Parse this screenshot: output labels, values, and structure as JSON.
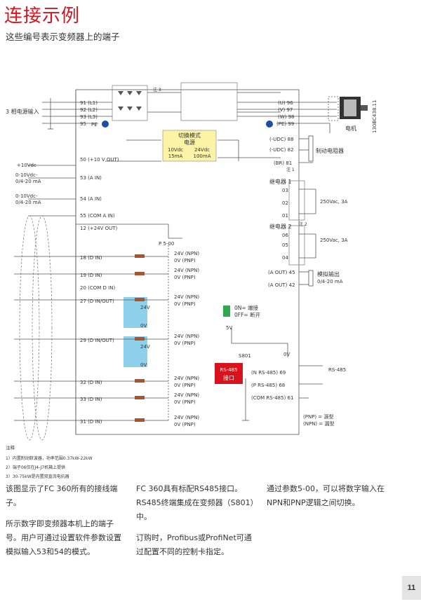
{
  "page": {
    "title": "连接示例",
    "subtitle": "这些编号表示变频器上的端子",
    "page_number": "11"
  },
  "diagram": {
    "part_no": "130BC438.11",
    "mains_label": "3 相电源输入",
    "motor_label": "电机",
    "brake_resistor_label": "制动电阻器",
    "note3": "注 3",
    "note1": "注 1",
    "note2": "注 2",
    "smps": {
      "title1": "切换模式",
      "title2": "电源",
      "v1": "10Vdc",
      "c1": "15mA",
      "v2": "24Vdc",
      "c2": "100mA"
    },
    "left_terminals": [
      "91 (L1)",
      "92 (L2)",
      "93 (L3)",
      "95",
      "PE"
    ],
    "right_power_terminals": [
      "(U) 96",
      "(V) 97",
      "(W) 98",
      "(PE) 99",
      "(-UDC) 88",
      "(-UDC) 82",
      "(BR) 81"
    ],
    "analog_supply": {
      "plus10": "+10Vdc",
      "in1a": "0-10Vdc-",
      "in1b": "0/4-20 mA",
      "in2a": "0-10Vdc-",
      "in2b": "0/4-20 mA"
    },
    "io_terminals": [
      "50 (+10 V OUT)",
      "53 (A IN)",
      "54 (A IN)",
      "55 (COM A IN)",
      "12 (+24V OUT)",
      "18 (D IN)",
      "19 (D IN)",
      "20   (COM D IN)",
      "27      (D IN/OUT)",
      "29      (D IN/OUT)",
      "32 (D IN)",
      "33 (D IN)",
      "31 (D IN)"
    ],
    "p500": "P 5-00",
    "npn": "24V (NPN)",
    "pnp": "0V (PNP)",
    "v24": "24V",
    "v0": "0V",
    "relay1": {
      "name": "继电器 1",
      "t03": "03",
      "t02": "02",
      "t01": "01",
      "rating": "250Vac, 3A"
    },
    "relay2": {
      "name": "继电器 2",
      "t06": "06",
      "t05": "05",
      "t04": "04",
      "rating": "250Vac, 3A"
    },
    "analog_out": {
      "t45": "(A OUT) 45",
      "t42": "(A OUT) 42",
      "label1": "模拟输出",
      "label2": "0/4-20 mA"
    },
    "switch_legend": {
      "on": "0N= 端接",
      "off": "0FF= 断开"
    },
    "s801": "S801",
    "v5": "5V",
    "v0b": "0V",
    "rs485_box1": "RS-485",
    "rs485_box2": "接口",
    "rs485_terminals": [
      "(N RS-485) 69",
      "(P RS-485) 68",
      "(COM RS-485) 61"
    ],
    "rs485_side": "RS-485",
    "pnp_legend": "(PNP) = 源型",
    "npn_legend": "(NPN) = 漏型"
  },
  "notes": {
    "header": "注释",
    "items": [
      "1）内置制动斩波器，功率范围0.37kW-22kW",
      "2）端子06仅在J4-J7机箱上提供",
      "3）30-75kW是内置双直流电抗器"
    ]
  },
  "columns": {
    "c1p1": "该图显示了FC 360所有的接线端子。",
    "c1p2": "所示数字即变频器本机上的端子号。用户可通过设置软件参数设置模拟输入53和54的模式。",
    "c2p1": "FC 360具有标配RS485接口。RS485终端集成在变频器（S801）中。",
    "c2p2": "订购时，Profibus或ProfiNet可通过配置不同的控制卡指定。",
    "c3p1": "通过参数5-00，可以将数字输入在NPN和PNP逻辑之间切换。"
  },
  "colors": {
    "accent": "#d7141d",
    "smps_fill": "#fbf3a6",
    "logic_box": "#8fd0ea",
    "brown": "#a9542f",
    "blue": "#1e4fa0",
    "green": "#2ea84a"
  }
}
